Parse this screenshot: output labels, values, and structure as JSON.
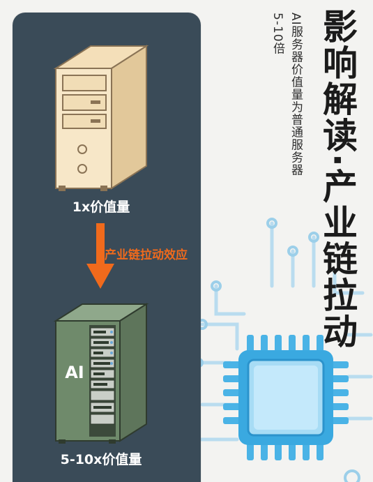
{
  "title": "影响解读·产业链拉动",
  "subtitle": {
    "line1": "AI服务器价值量为普通服务器",
    "line2": "5-10倍"
  },
  "left_panel": {
    "top_server_label": "1x价值量",
    "arrow_label": "产业链拉动效应",
    "bottom_server_badge": "AI",
    "bottom_server_label": "5-10x价值量"
  },
  "colors": {
    "panel": "#3a4b58",
    "accent_orange": "#f06a1c",
    "chip_blue": "#3aa9e0"
  },
  "icons": [
    "server-tower-icon",
    "down-arrow-icon",
    "ai-server-rack-icon",
    "chip-icon",
    "circuit-trace-icon"
  ]
}
